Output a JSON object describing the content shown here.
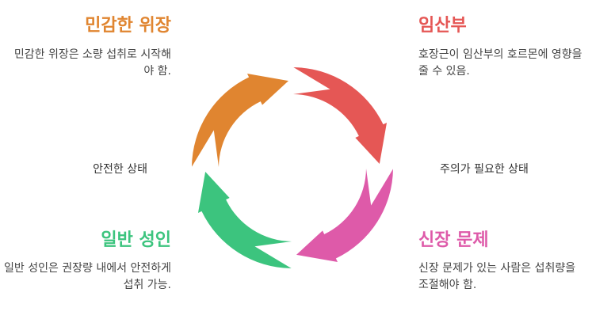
{
  "quadrants": [
    {
      "key": "top_left",
      "title": "민감한 위장",
      "description": "민감한 위장은 소량 섭취로 시작해야 함.",
      "color": "#e08530"
    },
    {
      "key": "top_right",
      "title": "임산부",
      "description": "호장근이 임산부의 호르몬에 영향을 줄 수 있음.",
      "color": "#e55755"
    },
    {
      "key": "bottom_right",
      "title": "신장 문제",
      "description": "신장 문제가 있는 사람은 섭취량을 조절해야 함.",
      "color": "#de5aa9"
    },
    {
      "key": "bottom_left",
      "title": "일반 성인",
      "description": "일반 성인은 권장량 내에서 안전하게 섭취 가능.",
      "color": "#3cc47e"
    }
  ],
  "side_labels": {
    "left": "안전한 상태",
    "right": "주의가 필요한 상태"
  }
}
